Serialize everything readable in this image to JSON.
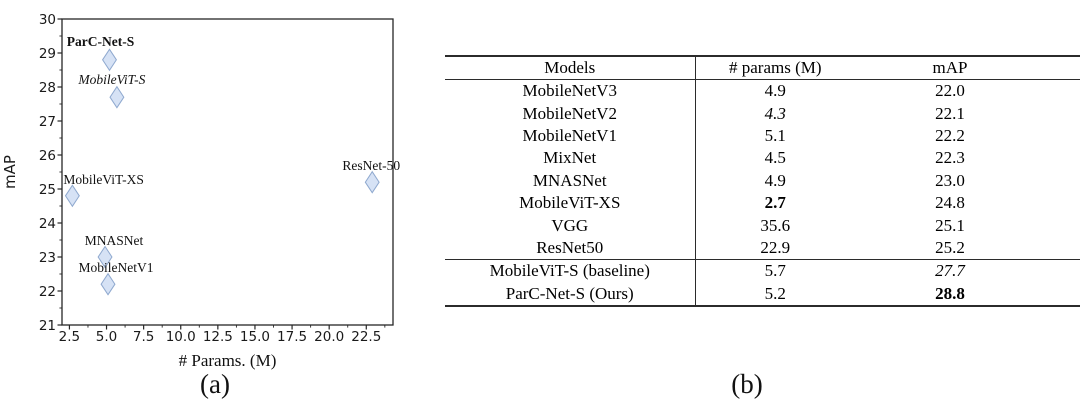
{
  "chart_data": {
    "type": "scatter",
    "title": "",
    "xlabel": "# Params. (M)",
    "ylabel": "mAP",
    "xlim": [
      2.0,
      24.3
    ],
    "ylim": [
      21,
      30
    ],
    "x_ticks": [
      2.5,
      5.0,
      7.5,
      10.0,
      12.5,
      15.0,
      17.5,
      20.0,
      22.5
    ],
    "y_ticks": [
      21,
      22,
      23,
      24,
      25,
      26,
      27,
      28,
      29,
      30
    ],
    "grid": false,
    "legend": "none",
    "marker": "diamond",
    "marker_fill": "#d6e2f5",
    "marker_stroke": "#8fa9cf",
    "axis_color": "#262626",
    "points": [
      {
        "label": "ParC-Net-S",
        "x": 5.2,
        "y": 28.8,
        "label_style": "bold",
        "label_anchor": "middle",
        "label_dx": -9,
        "label_dy": -14
      },
      {
        "label": "MobileViT-S",
        "x": 5.7,
        "y": 27.7,
        "label_style": "italic",
        "label_anchor": "middle",
        "label_dx": -5,
        "label_dy": -13
      },
      {
        "label": "MobileViT-XS",
        "x": 2.7,
        "y": 24.8,
        "label_style": "normal",
        "label_anchor": "start",
        "label_dx": -9,
        "label_dy": -12
      },
      {
        "label": "MNASNet",
        "x": 4.9,
        "y": 23.0,
        "label_style": "normal",
        "label_anchor": "middle",
        "label_dx": 9,
        "label_dy": -12
      },
      {
        "label": "MobileNetV1",
        "x": 5.1,
        "y": 22.2,
        "label_style": "normal",
        "label_anchor": "middle",
        "label_dx": 8,
        "label_dy": -12
      },
      {
        "label": "ResNet-50",
        "x": 22.9,
        "y": 25.2,
        "label_style": "normal",
        "label_anchor": "middle",
        "label_dx": -1,
        "label_dy": -12
      }
    ]
  },
  "panel_a": {
    "caption": "(a)"
  },
  "panel_b": {
    "caption": "(b)",
    "table": {
      "headers": [
        "Models",
        "# params (M)",
        "mAP"
      ],
      "rows": [
        {
          "model": "MobileNetV3",
          "params": "4.9",
          "params_style": "normal",
          "map": "22.0",
          "map_style": "normal"
        },
        {
          "model": "MobileNetV2",
          "params": "4.3",
          "params_style": "italic",
          "map": "22.1",
          "map_style": "normal"
        },
        {
          "model": "MobileNetV1",
          "params": "5.1",
          "params_style": "normal",
          "map": "22.2",
          "map_style": "normal"
        },
        {
          "model": "MixNet",
          "params": "4.5",
          "params_style": "normal",
          "map": "22.3",
          "map_style": "normal"
        },
        {
          "model": "MNASNet",
          "params": "4.9",
          "params_style": "normal",
          "map": "23.0",
          "map_style": "normal"
        },
        {
          "model": "MobileViT-XS",
          "params": "2.7",
          "params_style": "bold",
          "map": "24.8",
          "map_style": "normal"
        },
        {
          "model": "VGG",
          "params": "35.6",
          "params_style": "normal",
          "map": "25.1",
          "map_style": "normal"
        },
        {
          "model": "ResNet50",
          "params": "22.9",
          "params_style": "normal",
          "map": "25.2",
          "map_style": "normal"
        }
      ],
      "highlight_rows": [
        {
          "model": "MobileViT-S (baseline)",
          "params": "5.7",
          "params_style": "normal",
          "map": "27.7",
          "map_style": "italic"
        },
        {
          "model": "ParC-Net-S (Ours)",
          "params": "5.2",
          "params_style": "normal",
          "map": "28.8",
          "map_style": "bold"
        }
      ]
    }
  }
}
